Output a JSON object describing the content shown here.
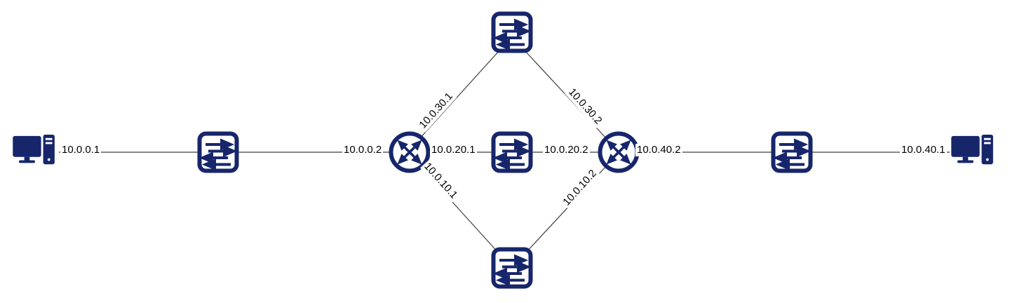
{
  "diagram": {
    "type": "network-topology",
    "colors": {
      "device": "#17266b",
      "line": "#3f3f3f",
      "label": "#000000"
    },
    "nodes": [
      {
        "id": "host-left",
        "kind": "host"
      },
      {
        "id": "switch-left",
        "kind": "switch"
      },
      {
        "id": "router-left",
        "kind": "router"
      },
      {
        "id": "switch-top",
        "kind": "switch"
      },
      {
        "id": "switch-middle",
        "kind": "switch"
      },
      {
        "id": "switch-bottom",
        "kind": "switch"
      },
      {
        "id": "router-right",
        "kind": "router"
      },
      {
        "id": "switch-right",
        "kind": "switch"
      },
      {
        "id": "host-right",
        "kind": "host"
      }
    ],
    "links": [
      {
        "from": "host-left",
        "to": "switch-left",
        "label": "10.0.0.1"
      },
      {
        "from": "switch-left",
        "to": "router-left",
        "label": "10.0.0.2"
      },
      {
        "from": "router-left",
        "to": "switch-top",
        "label": "10.0.30.1"
      },
      {
        "from": "switch-top",
        "to": "router-right",
        "label": "10.0.30.2"
      },
      {
        "from": "router-left",
        "to": "switch-middle",
        "label": "10.0.20.1"
      },
      {
        "from": "switch-middle",
        "to": "router-right",
        "label": "10.0.20.2"
      },
      {
        "from": "router-left",
        "to": "switch-bottom",
        "label": "10.0.10.1"
      },
      {
        "from": "switch-bottom",
        "to": "router-right",
        "label": "10.0.10.2"
      },
      {
        "from": "router-right",
        "to": "switch-right",
        "label": "10.0.40.2"
      },
      {
        "from": "switch-right",
        "to": "host-right",
        "label": "10.0.40.1"
      }
    ]
  }
}
